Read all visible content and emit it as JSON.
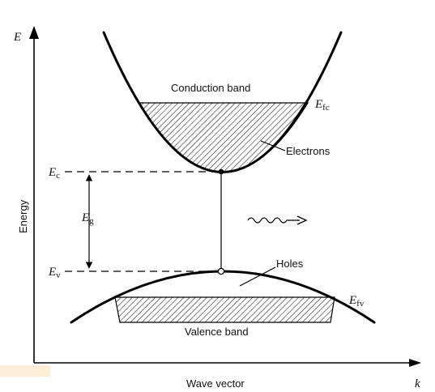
{
  "axes": {
    "y_symbol": "E",
    "y_label": "Energy",
    "x_symbol": "k",
    "x_label": "Wave vector"
  },
  "bands": {
    "conduction_label": "Conduction band",
    "valence_label": "Valence band"
  },
  "levels": {
    "ec_main": "E",
    "ec_sub": "c",
    "ev_main": "E",
    "ev_sub": "v",
    "eg_main": "E",
    "eg_sub": "g",
    "efc_main": "E",
    "efc_sub": "fc",
    "efv_main": "E",
    "efv_sub": "fv"
  },
  "carriers": {
    "electrons_label": "Electrons",
    "holes_label": "Holes"
  },
  "colors": {
    "ink": "#000000",
    "corner_mark": "#fdecd6"
  }
}
